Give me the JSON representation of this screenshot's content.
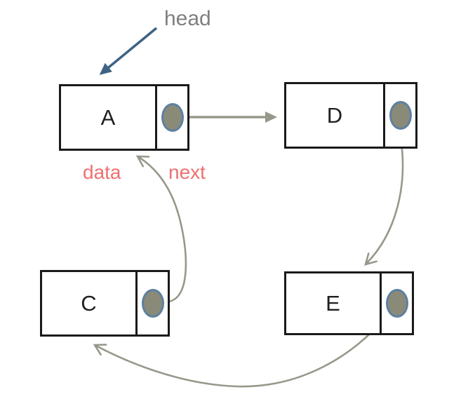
{
  "diagram": {
    "type": "singly-linked-list",
    "background": "#ffffff"
  },
  "labels": {
    "head": "head",
    "data": "data",
    "next": "next"
  },
  "colors": {
    "head_arrow": "#3e6384",
    "head_text": "#7f7f7f",
    "field_label": "#ee7171",
    "node_border": "#1a1a1a",
    "node_text": "#1f1f1f",
    "pointer_fill": "#8a8a78",
    "pointer_ring": "#5d80a1",
    "link_arrow": "#97988a"
  },
  "nodes": [
    {
      "label": "A"
    },
    {
      "label": "D"
    },
    {
      "label": "C"
    },
    {
      "label": "E"
    }
  ],
  "links": [
    {
      "from": "head",
      "to": "A"
    },
    {
      "from": "A",
      "to": "D"
    },
    {
      "from": "D",
      "to": "E"
    },
    {
      "from": "E",
      "to": "C"
    },
    {
      "from": "C",
      "to": "A"
    }
  ]
}
